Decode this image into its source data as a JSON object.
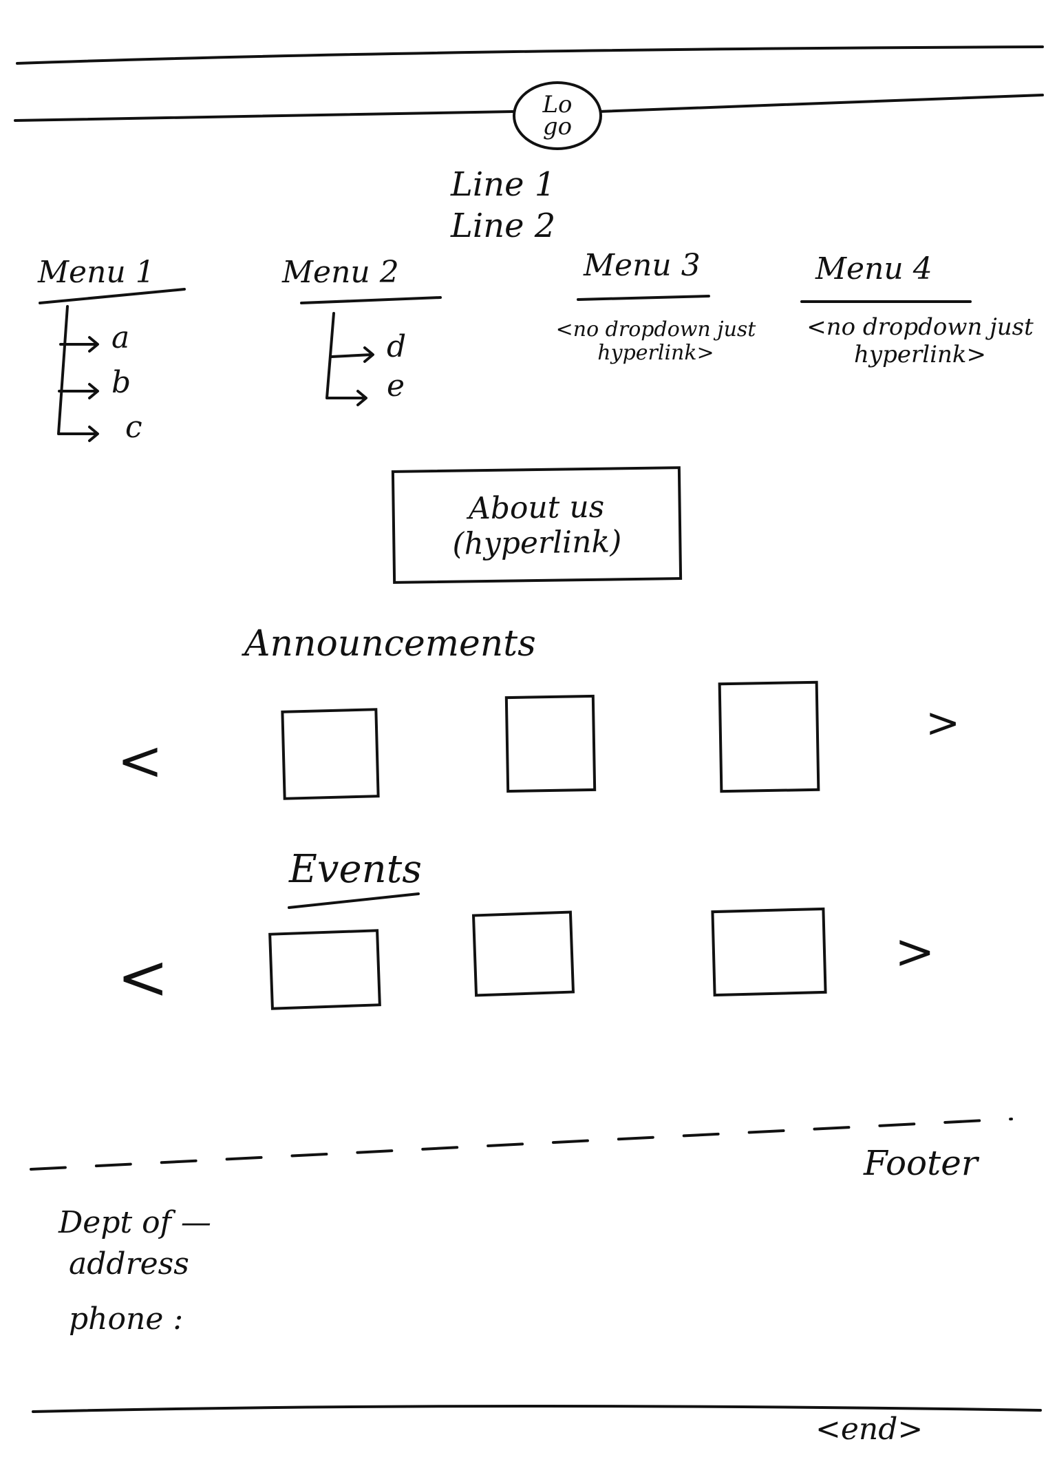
{
  "header": {
    "logo_text": "Lo go",
    "line1": "Line 1",
    "line2": "Line 2"
  },
  "nav": {
    "menus": [
      {
        "label": "Menu 1",
        "items": [
          "a",
          "b",
          "c"
        ]
      },
      {
        "label": "Menu 2",
        "items": [
          "d",
          "e"
        ]
      },
      {
        "label": "Menu 3",
        "note": "<no dropdown just hyperlink>"
      },
      {
        "label": "Menu 4",
        "note": "<no dropdown just hyperlink>"
      }
    ]
  },
  "about": {
    "label": "About us",
    "note": "(hyperlink)"
  },
  "announcements": {
    "heading": "Announcements",
    "prev": "<",
    "next": ">"
  },
  "events": {
    "heading": "Events",
    "prev": "<",
    "next": ">"
  },
  "footer": {
    "label": "Footer",
    "dept": "Dept of —",
    "address": "address",
    "phone": "phone :",
    "end_marker": "<end>"
  }
}
